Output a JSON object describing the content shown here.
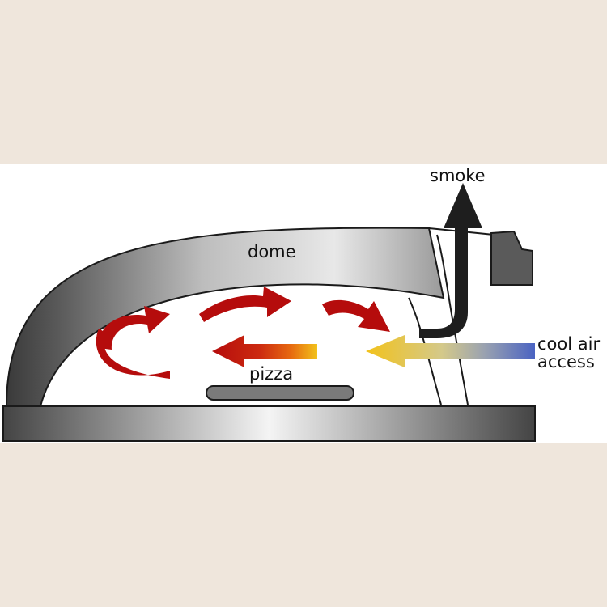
{
  "labels": {
    "smoke": "smoke",
    "dome": "dome",
    "pizza": "pizza",
    "cool_air_line1": "cool air",
    "cool_air_line2": "access"
  },
  "colors": {
    "page_background": "#efe6dc",
    "panel_background": "#ffffff",
    "oven_dark": "#3b3b3b",
    "oven_light": "#f2f2f2",
    "outline": "#1a1a1a",
    "heat_red": "#b50c0c",
    "heat_orange": "#e76a10",
    "heat_yellow": "#f2c21b",
    "cool_blue": "#4a63c2",
    "pizza_gray": "#7a7a7a",
    "smoke_black": "#1e1e1e"
  },
  "icons": {
    "heat_flow": "curved-arrow-icon",
    "smoke": "arrow-up-icon",
    "cool_air": "arrow-left-icon"
  }
}
